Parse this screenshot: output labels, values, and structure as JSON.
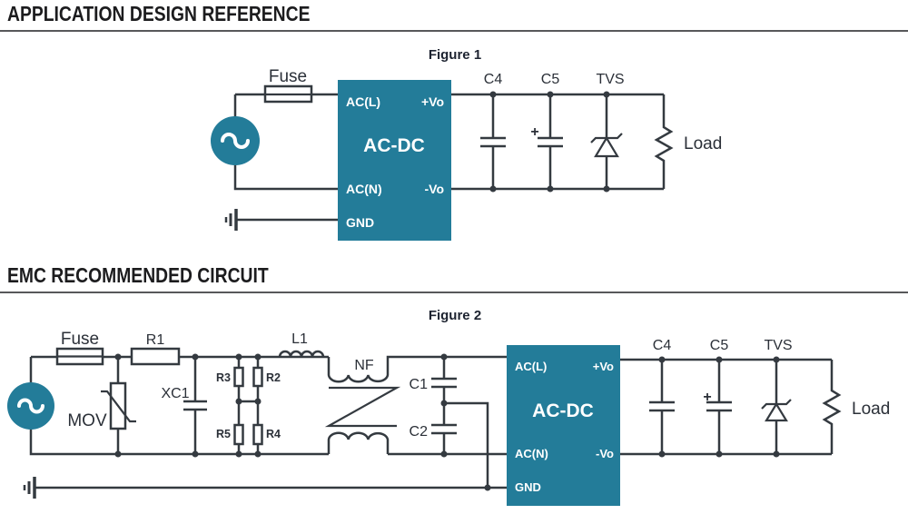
{
  "colors": {
    "teal": "#237c99",
    "wire": "#343a40",
    "ink": "#1c1c1e"
  },
  "section1": {
    "title": "APPLICATION DESIGN REFERENCE"
  },
  "section2": {
    "title": "EMC RECOMMENDED CIRCUIT"
  },
  "figure1": {
    "title": "Figure 1",
    "labels": {
      "fuse": "Fuse",
      "c4": "C4",
      "c5": "C5",
      "c5_plus": "+",
      "tvs": "TVS",
      "load": "Load"
    },
    "block": {
      "name": "AC-DC",
      "pins": {
        "acl": "AC(L)",
        "vo_plus": "+Vo",
        "acn": "AC(N)",
        "vo_minus": "-Vo",
        "gnd": "GND"
      }
    }
  },
  "figure2": {
    "title": "Figure 2",
    "labels": {
      "fuse": "Fuse",
      "r1": "R1",
      "mov": "MOV",
      "xc1": "XC1",
      "r3": "R3",
      "r2": "R2",
      "r5": "R5",
      "r4": "R4",
      "l1": "L1",
      "nf": "NF",
      "c1": "C1",
      "c2": "C2",
      "c4": "C4",
      "c5": "C5",
      "c5_plus": "+",
      "tvs": "TVS",
      "load": "Load"
    },
    "block": {
      "name": "AC-DC",
      "pins": {
        "acl": "AC(L)",
        "vo_plus": "+Vo",
        "acn": "AC(N)",
        "vo_minus": "-Vo",
        "gnd": "GND"
      }
    }
  }
}
